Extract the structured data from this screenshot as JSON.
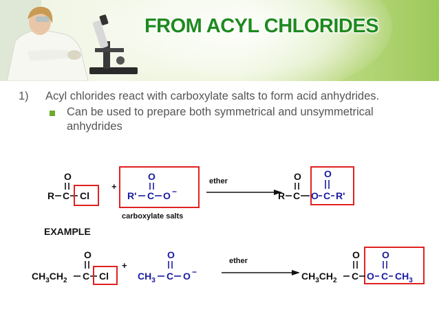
{
  "slide": {
    "title": "FROM ACYL CHLORIDES",
    "point_number": "1)",
    "point_text": "Acyl chlorides react with carboxylate salts to form acid anhydrides.",
    "sub_bullet": "Can be used to prepare both symmetrical and unsymmetrical anhydrides"
  },
  "general_reaction": {
    "reactant1": {
      "carbonyl_o": "O",
      "r": "R",
      "c": "C",
      "cl": "Cl"
    },
    "plus": "+",
    "reactant2": {
      "carbonyl_o": "O",
      "r": "R'",
      "c": "C",
      "o": "O",
      "charge": "−"
    },
    "reactant2_label": "carboxylate salts",
    "condition": "ether",
    "product": {
      "o1": "O",
      "o2": "O",
      "r": "R",
      "c1": "C",
      "o_bridge": "O",
      "c2": "C",
      "r2": "R'"
    }
  },
  "example_label": "EXAMPLE",
  "example_reaction": {
    "reactant1": {
      "carbonyl_o": "O",
      "ch3": "CH",
      "ch3_sub": "3",
      "ch2": "CH",
      "ch2_sub": "2",
      "c": "C",
      "cl": "Cl"
    },
    "plus": "+",
    "reactant2": {
      "carbonyl_o": "O",
      "ch3": "CH",
      "ch3_sub": "3",
      "c": "C",
      "o": "O",
      "charge": "−"
    },
    "condition": "ether",
    "product": {
      "o1": "O",
      "o2": "O",
      "ch3": "CH",
      "ch3_sub": "3",
      "ch2": "CH",
      "ch2_sub": "2",
      "c1": "C",
      "o_bridge": "O",
      "c2": "C",
      "ch3b": "CH",
      "ch3b_sub": "3"
    }
  },
  "colors": {
    "title": "#1f8a1f",
    "blue": "#1a1aa0",
    "box": "#e02020",
    "text": "#555555",
    "bullet": "#6aaa2a"
  }
}
